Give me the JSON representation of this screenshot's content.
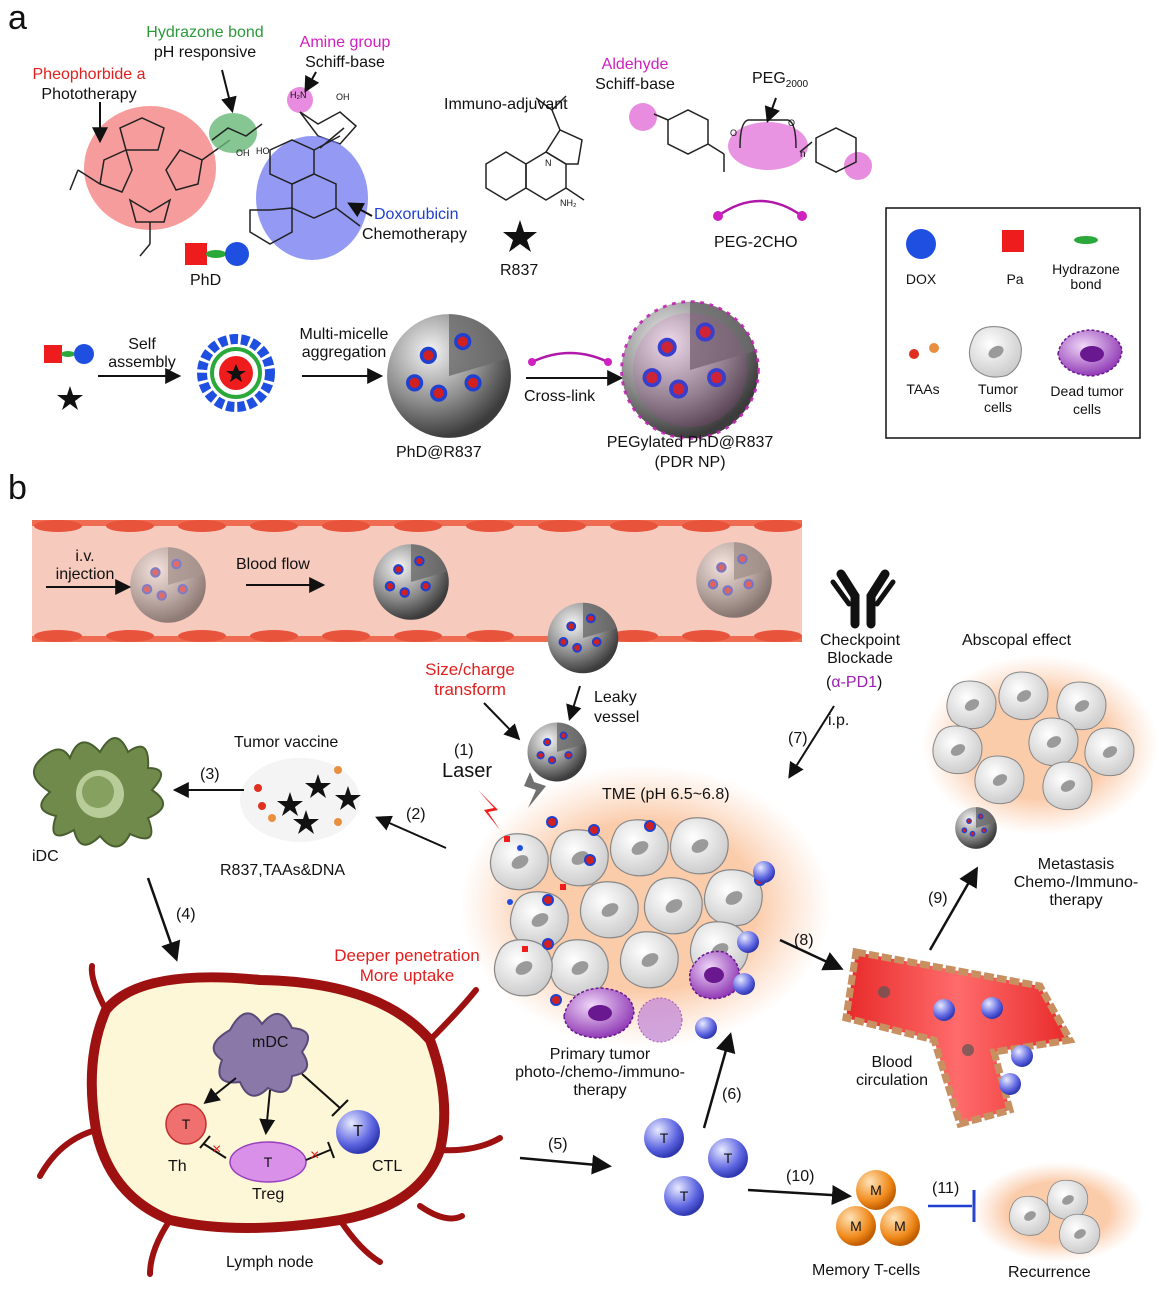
{
  "panels": {
    "a": "a",
    "b": "b"
  },
  "a": {
    "pheophorbide": {
      "name": "Pheophorbide a",
      "role": "Phototherapy"
    },
    "hydrazone": {
      "name": "Hydrazone bond",
      "role": "pH responsive"
    },
    "amine": {
      "name": "Amine group",
      "role": "Schiff-base"
    },
    "doxorubicin": {
      "name": "Doxorubicin",
      "role": "Chemotherapy"
    },
    "immuno_adjuvant": "Immuno-adjuvant",
    "r837": "R837",
    "phd": "PhD",
    "aldehyde": {
      "name": "Aldehyde",
      "role": "Schiff-base"
    },
    "peg2000": {
      "base": "PEG",
      "sub": "2000"
    },
    "peg_2cho": "PEG-2CHO",
    "atoms": {
      "h2n": "H₂N",
      "oh": "OH",
      "ho": "HO",
      "nh2": "NH₂",
      "n": "N",
      "o": "O",
      "repeat": "n"
    },
    "self_assembly": [
      "Self",
      "assembly"
    ],
    "multi_micelle": [
      "Multi-micelle",
      "aggregation"
    ],
    "cross_link": "Cross-link",
    "phd_r837": "PhD@R837",
    "pegylated": "PEGylated PhD@R837",
    "pdr_np": "(PDR NP)"
  },
  "legend": {
    "dox": "DOX",
    "pa": "Pa",
    "hydrazone": [
      "Hydrazone",
      "bond"
    ],
    "taas": "TAAs",
    "tumor_cells": [
      "Tumor",
      "cells"
    ],
    "dead_tumor_cells": [
      "Dead tumor",
      "cells"
    ]
  },
  "b": {
    "iv_injection": [
      "i.v.",
      "injection"
    ],
    "blood_flow": "Blood flow",
    "checkpoint": [
      "Checkpoint",
      "Blockade"
    ],
    "alpha_pd1": "α-PD1",
    "ip": "i.p.",
    "abscopal": "Abscopal effect",
    "size_charge": [
      "Size/charge",
      "transform"
    ],
    "leaky_vessel": [
      "Leaky",
      "vessel"
    ],
    "laser": "Laser",
    "tme": "TME (pH 6.5~6.8)",
    "tumor_vaccine": "Tumor vaccine",
    "r837_taas_dna": "R837,TAAs&DNA",
    "idc": "iDC",
    "deeper": [
      "Deeper penetration",
      "More uptake"
    ],
    "primary_tumor": [
      "Primary tumor",
      "photo-/chemo-/immuno-",
      "therapy"
    ],
    "metastasis": [
      "Metastasis",
      "Chemo-/Immuno-",
      "therapy"
    ],
    "blood_circulation": [
      "Blood",
      "circulation"
    ],
    "mdc": "mDC",
    "th": "Th",
    "treg": "Treg",
    "ctl": "CTL",
    "lymph_node": "Lymph node",
    "memory_t": "Memory T-cells",
    "recurrence": "Recurrence",
    "t_label": "T",
    "m_label": "M",
    "steps": [
      "(1)",
      "(2)",
      "(3)",
      "(4)",
      "(5)",
      "(6)",
      "(7)",
      "(8)",
      "(9)",
      "(10)",
      "(11)"
    ]
  },
  "colors": {
    "red": "#e0201e",
    "green": "#2a9a3a",
    "magenta": "#d020c0",
    "blue": "#1f3fd0",
    "purple": "#9a1fb0",
    "vessel": "#f6cabd",
    "tumor_glow": "#fbd3b8",
    "t_cell": "#5b63e0",
    "memory_cell": "#f08a1c",
    "lymph_border": "#9e1111"
  }
}
